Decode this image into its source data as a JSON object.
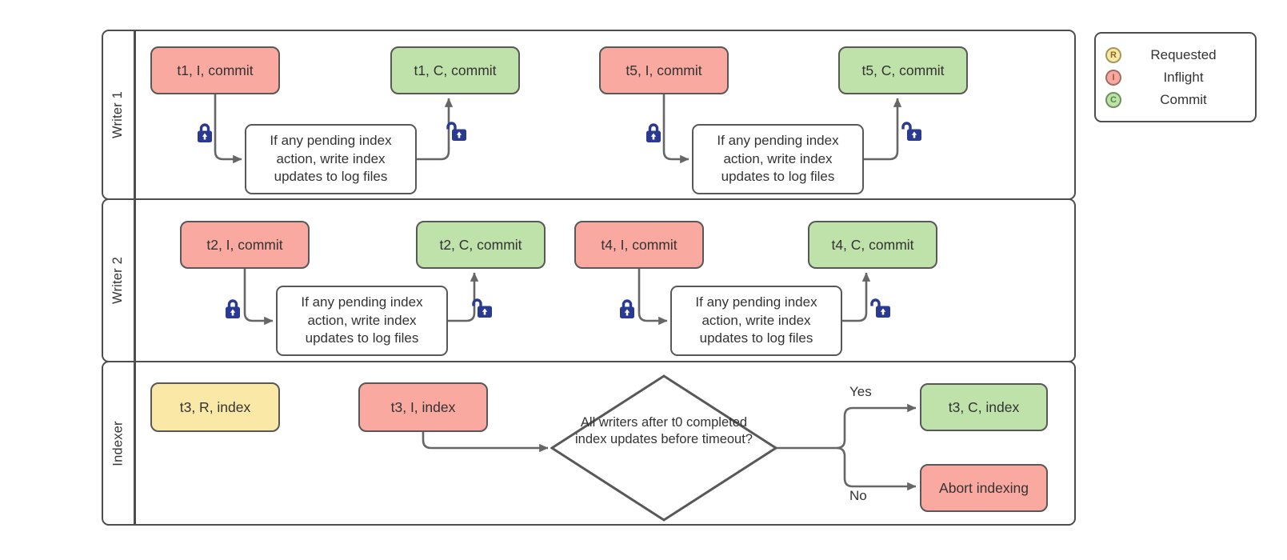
{
  "legend": {
    "items": [
      {
        "letter": "R",
        "label": "Requested"
      },
      {
        "letter": "I",
        "label": "Inflight"
      },
      {
        "letter": "C",
        "label": "Commit"
      }
    ]
  },
  "colors": {
    "inflight_fill": "#f9a9a0",
    "commit_fill": "#bfe2ab",
    "requested_fill": "#fae9a6",
    "border_gray": "#4d4d4d",
    "connector_gray": "#666666",
    "lock_blue": "#2b3a91"
  },
  "lanes": [
    {
      "label": "Writer 1",
      "groups": [
        {
          "inflight": "t1, I, commit",
          "process": "If any pending index action, write index updates to log files",
          "commit": "t1, C, commit"
        },
        {
          "inflight": "t5, I, commit",
          "process": "If any pending index action, write index updates to log files",
          "commit": "t5, C, commit"
        }
      ]
    },
    {
      "label": "Writer 2",
      "groups": [
        {
          "inflight": "t2, I, commit",
          "process": "If any pending index action, write index updates to log files",
          "commit": "t2, C, commit"
        },
        {
          "inflight": "t4, I, commit",
          "process": "If any pending index action, write index updates to log files",
          "commit": "t4, C, commit"
        }
      ]
    },
    {
      "label": "Indexer",
      "requested": "t3, R, index",
      "inflight": "t3, I, index",
      "decision": "All writers after t0 completed index updates before timeout?",
      "yes_label": "Yes",
      "no_label": "No",
      "commit": "t3, C, index",
      "abort": "Abort indexing"
    }
  ]
}
